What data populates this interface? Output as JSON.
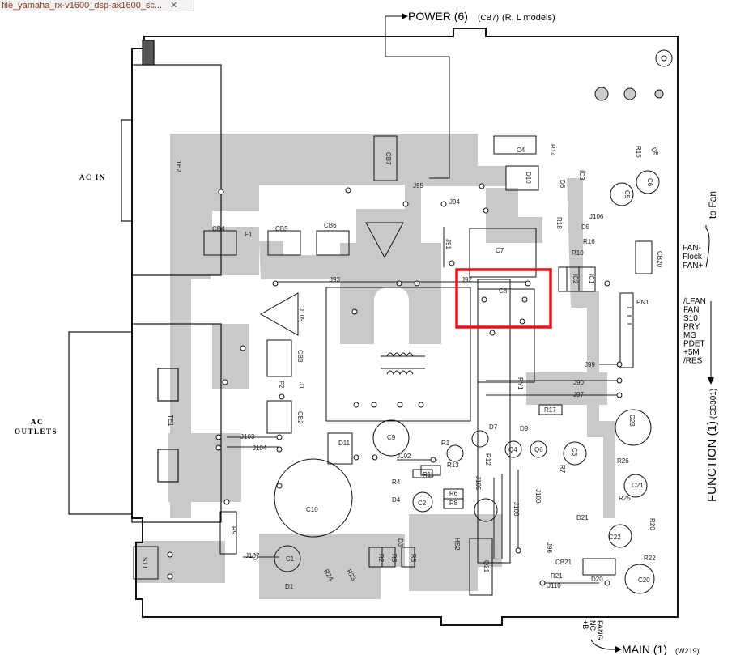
{
  "tab": {
    "title": "file_yamaha_rx-v1600_dsp-ax1600_sc...",
    "close_glyph": "✕"
  },
  "labels": {
    "power": "POWER (6)",
    "power_ref": "(CB7)",
    "power_models": "(R, L models)",
    "ac_in": "AC IN",
    "ac_outlets_1": "AC",
    "ac_outlets_2": "OUTLETS",
    "to_fan": "to Fan",
    "function": "FUNCTION (1)",
    "function_ref": "(CB301)",
    "main": "MAIN (1)",
    "main_ref": "(W219)"
  },
  "fan_signals": [
    "FAN-",
    "Flock",
    "FAN+"
  ],
  "function_signals": [
    "/LFAN",
    "FAN",
    "S10",
    "PRY",
    "MG",
    "PDET",
    "+5M",
    "/RES"
  ],
  "main_signals": [
    "+B",
    "NC",
    "FANG"
  ],
  "components": {
    "te2": "TE2",
    "te1": "TE1",
    "cb7": "CB7",
    "c4": "C4",
    "j95": "J95",
    "j94": "J94",
    "j91": "J91",
    "cb4": "CB4",
    "f1": "F1",
    "cb5": "CB5",
    "cb6": "CB6",
    "c7": "C7",
    "j93": "J93",
    "j92": "J92",
    "c8": "C8",
    "j109": "J109",
    "cb3": "CB3",
    "f2": "F2",
    "cb2": "CB2",
    "j1": "J1",
    "j103": "J103",
    "j104": "J104",
    "d11": "D11",
    "c9": "C9",
    "j102": "J102",
    "r1": "R1",
    "r13": "R13",
    "r12": "R12",
    "r11": "R11",
    "r4": "R4",
    "d4": "D4",
    "r6": "R6",
    "r8": "R8",
    "c10": "C10",
    "r9": "R9",
    "st1": "ST1",
    "j107": "J107",
    "c1": "C1",
    "d1": "D1",
    "r24": "R24",
    "r23": "R23",
    "r2": "R2",
    "r3": "R3",
    "r5": "R5",
    "d3": "D3",
    "hs2": "HS2",
    "q21": "Q21",
    "cb21": "CB21",
    "r21": "R21",
    "j110": "J110",
    "d20": "D20",
    "c20": "C20",
    "r22": "R22",
    "c22": "C22",
    "r20": "R20",
    "d21": "D21",
    "c21": "C21",
    "r25": "R25",
    "r26": "R26",
    "c23": "C23",
    "j90": "J90",
    "j97": "J97",
    "j99": "J99",
    "ry1": "RY1",
    "r17": "R17",
    "d7": "D7",
    "d9": "D9",
    "j100": "J100",
    "j108": "J108",
    "j105": "J105",
    "c3": "C3",
    "r7": "R7",
    "q4": "Q4",
    "q6": "Q6",
    "c2": "C2",
    "pn1": "PN1",
    "cb20": "CB20",
    "ic1": "IC1",
    "ic2": "IC2",
    "r10": "R10",
    "r16": "R16",
    "r18": "R18",
    "d10": "D10",
    "c5": "C5",
    "ic3": "IC3",
    "r14": "R14",
    "r15": "R15",
    "d8": "D8",
    "c6": "C6",
    "j106": "J106",
    "j96": "J96",
    "d5": "D5",
    "d6": "D6"
  },
  "colors": {
    "copper": "#c8c8c8",
    "board_line": "#111111",
    "highlight": "#e8141b"
  }
}
